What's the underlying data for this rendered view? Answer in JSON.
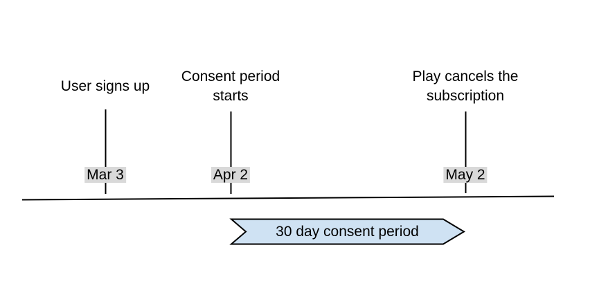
{
  "diagram": {
    "events": [
      {
        "label": "User signs up",
        "date": "Mar 3"
      },
      {
        "label": "Consent period starts",
        "date": "Apr 2"
      },
      {
        "label": "Play cancels the subscription",
        "date": "May 2"
      }
    ],
    "banner": {
      "label": "30 day consent period"
    },
    "colors": {
      "banner_fill": "#cfe2f3",
      "banner_stroke": "#000000",
      "date_label_bg": "#d9d9d9",
      "line": "#000000",
      "text": "#000000",
      "background": "#ffffff"
    }
  }
}
